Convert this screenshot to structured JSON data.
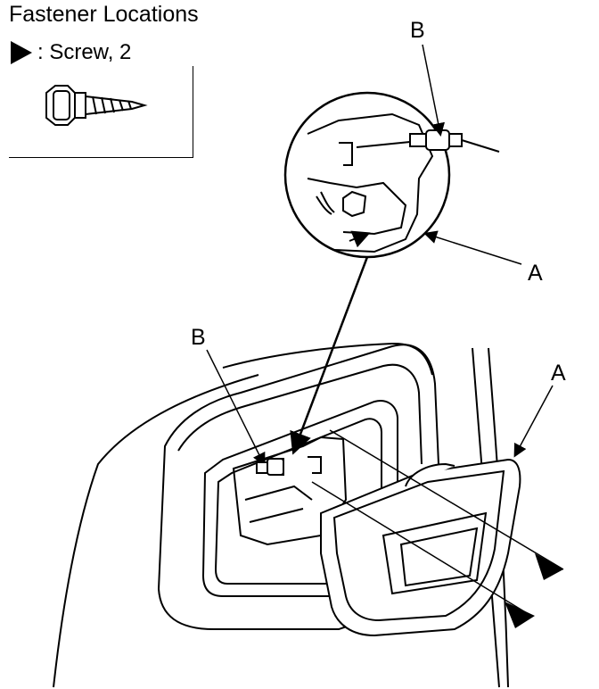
{
  "header": {
    "title": "Fastener Locations"
  },
  "legend": {
    "symbol": "filled-triangle-arrow",
    "text": ": Screw, 2",
    "icon": "screw-icon"
  },
  "callouts": {
    "b_detail": "B",
    "a_detail": "A",
    "b_main": "B",
    "a_main": "A"
  }
}
